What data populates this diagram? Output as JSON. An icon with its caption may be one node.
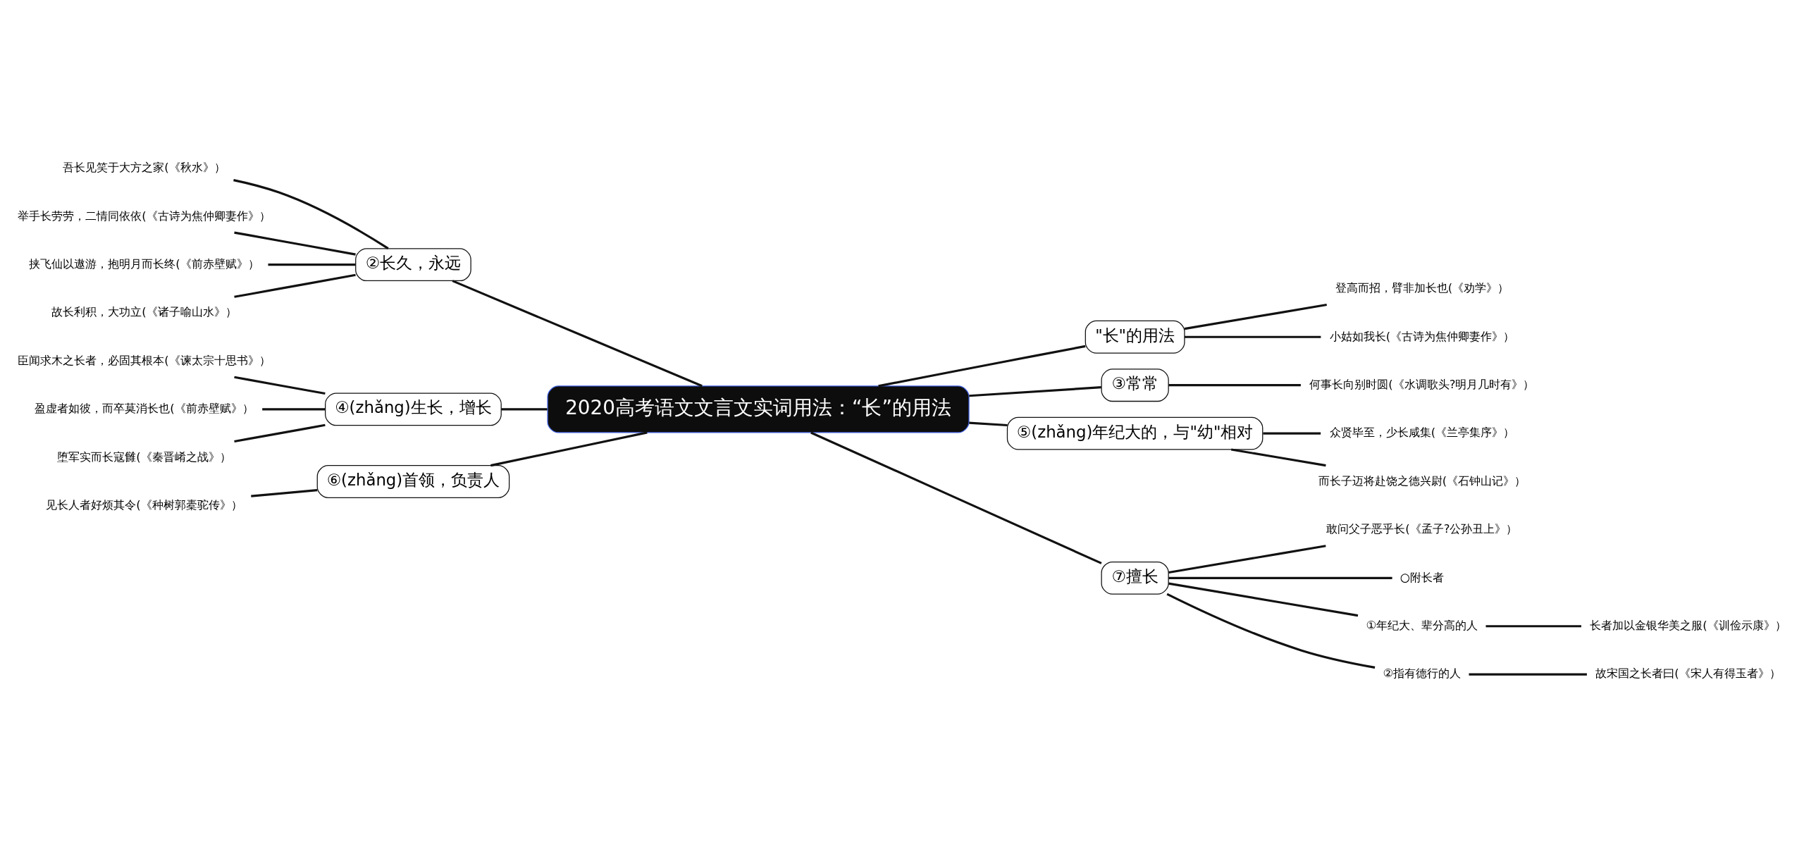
{
  "diagram": {
    "nodes": [
      {
        "text": [
          "2020高考语文文言文实词用法：“长”的用法"
        ]
      },
      {
        "text": [
          "②长久，永远"
        ]
      },
      {
        "text": [
          "吾长见笑于大方之家(《秋水》）"
        ]
      },
      {
        "text": [
          "举手长劳劳，二情同依依(《古诗为焦仲卿妻作》）"
        ]
      },
      {
        "text": [
          "挟飞仙以遨游，抱明月而长终(《前赤壁赋》）"
        ]
      },
      {
        "text": [
          "故长利积，大功立(《诸子喻山水》）"
        ]
      },
      {
        "text": [
          "④(zhǎng)生长，增长"
        ]
      },
      {
        "text": [
          "臣闻求木之长者，必固其根本(《谏太宗十思书》）"
        ]
      },
      {
        "text": [
          "盈虚者如彼，而卒莫消长也(《前赤壁赋》）"
        ]
      },
      {
        "text": [
          "堕军实而长寇雠(《秦晋崤之战》）"
        ]
      },
      {
        "text": [
          "⑥(zhǎng)首领，负责人"
        ]
      },
      {
        "text": [
          "见长人者好烦其令(《种树郭橐驼传》）"
        ]
      },
      {
        "text": [
          "\"长\"的用法"
        ]
      },
      {
        "text": [
          "登高而招，臂非加长也(《劝学》）"
        ]
      },
      {
        "text": [
          "小姑如我长(《古诗为焦仲卿妻作》）"
        ]
      },
      {
        "text": [
          "③常常"
        ]
      },
      {
        "text": [
          "何事长向别时圆(《水调歌头?明月几时有》）"
        ]
      },
      {
        "text": [
          "⑤(zhǎng)年纪大的，与\"幼\"相对"
        ]
      },
      {
        "text": [
          "众贤毕至，少长咸集(《兰亭集序》）"
        ]
      },
      {
        "text": [
          "而长子迈将赴饶之德兴尉(《石钟山记》）"
        ]
      },
      {
        "text": [
          "⑦擅长"
        ]
      },
      {
        "text": [
          "敢问父子恶乎长(《孟子?公孙丑上》）"
        ]
      },
      {
        "text": [
          "○附长者"
        ]
      },
      {
        "text": [
          "①年纪大、辈分高的人"
        ]
      },
      {
        "text": [
          "长者加以金银华美之服(《训俭示康》）"
        ]
      },
      {
        "text": [
          "②指有德行的人"
        ]
      },
      {
        "text": [
          "故宋国之长者曰(《宋人有得玉者》）"
        ]
      }
    ],
    "edges": [
      {
        "from": 0,
        "to": 1,
        "arrow": "none"
      },
      {
        "from": 1,
        "to": 2,
        "arrow": "none"
      },
      {
        "from": 1,
        "to": 3,
        "arrow": "none"
      },
      {
        "from": 1,
        "to": 4,
        "arrow": "none"
      },
      {
        "from": 1,
        "to": 5,
        "arrow": "none"
      },
      {
        "from": 0,
        "to": 6,
        "arrow": "none"
      },
      {
        "from": 6,
        "to": 7,
        "arrow": "none"
      },
      {
        "from": 6,
        "to": 8,
        "arrow": "none"
      },
      {
        "from": 6,
        "to": 9,
        "arrow": "none"
      },
      {
        "from": 0,
        "to": 10,
        "arrow": "none"
      },
      {
        "from": 10,
        "to": 11,
        "arrow": "none"
      },
      {
        "from": 0,
        "to": 12,
        "arrow": "none"
      },
      {
        "from": 12,
        "to": 13,
        "arrow": "none"
      },
      {
        "from": 12,
        "to": 14,
        "arrow": "none"
      },
      {
        "from": 0,
        "to": 15,
        "arrow": "none"
      },
      {
        "from": 15,
        "to": 16,
        "arrow": "none"
      },
      {
        "from": 0,
        "to": 17,
        "arrow": "none"
      },
      {
        "from": 17,
        "to": 18,
        "arrow": "none"
      },
      {
        "from": 17,
        "to": 19,
        "arrow": "none"
      },
      {
        "from": 0,
        "to": 20,
        "arrow": "none"
      },
      {
        "from": 20,
        "to": 21,
        "arrow": "none"
      },
      {
        "from": 20,
        "to": 22,
        "arrow": "none"
      },
      {
        "from": 20,
        "to": 23,
        "arrow": "none"
      },
      {
        "from": 23,
        "to": 24,
        "arrow": "none"
      },
      {
        "from": 20,
        "to": 25,
        "arrow": "none"
      },
      {
        "from": 25,
        "to": 26,
        "arrow": "none"
      }
    ]
  }
}
